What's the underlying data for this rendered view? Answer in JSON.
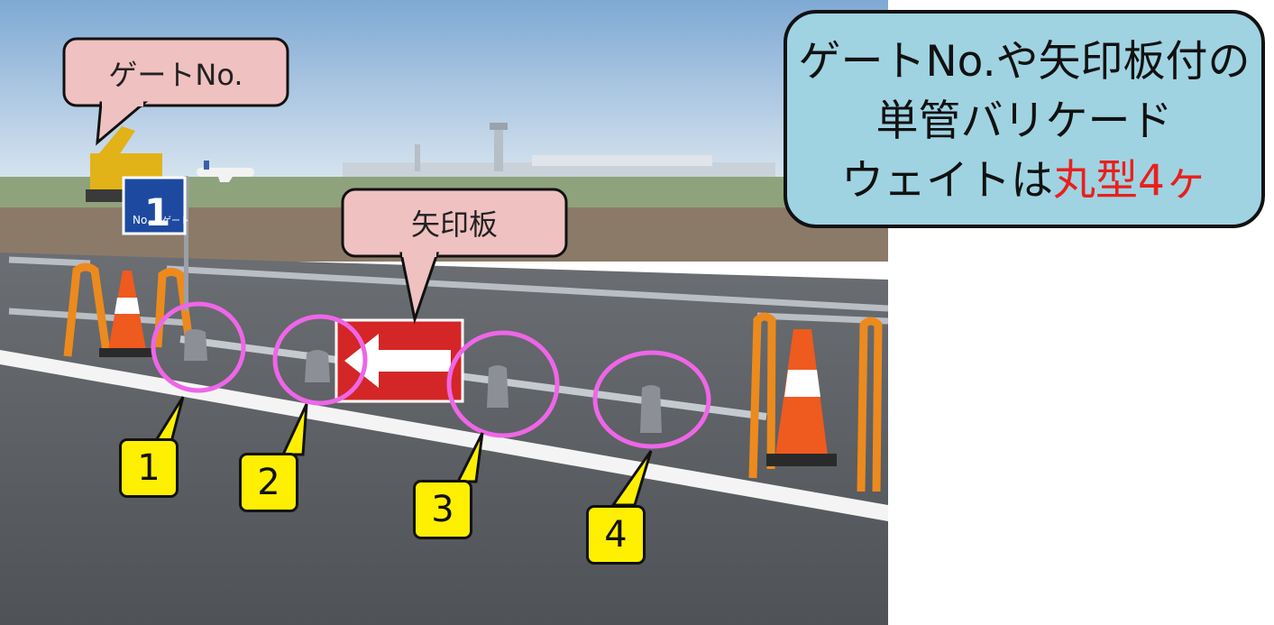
{
  "callouts": {
    "gate_number": "ゲートNo.",
    "arrow_board": "矢印板"
  },
  "info_box": {
    "line1": "ゲートNo.や矢印板付の",
    "line2": "単管バリケード",
    "line3_prefix": "ウェイトは",
    "line3_highlight": "丸型4ヶ"
  },
  "sign": {
    "no_text": "No.",
    "number": "1",
    "gate_text": "ゲート"
  },
  "markers": [
    "1",
    "2",
    "3",
    "4"
  ],
  "colors": {
    "pink_callout": "#f0c1c1",
    "info_box_bg": "#9fd3e2",
    "marker_bg": "#ffef00",
    "highlight_red": "#e8201c",
    "circle_magenta": "#ee66e8"
  }
}
